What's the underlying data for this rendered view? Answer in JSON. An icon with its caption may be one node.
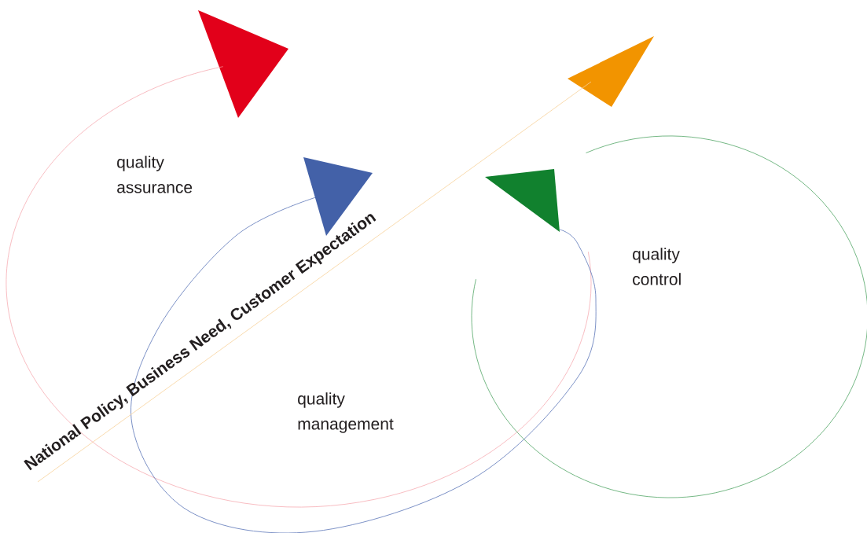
{
  "diagram": {
    "labels": [
      "quality assurance",
      "National Policy, Business Need, Customer Expectation",
      "quality control",
      "quality management"
    ]
  }
}
